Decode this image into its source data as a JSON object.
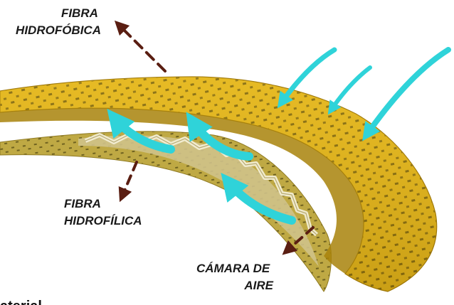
{
  "labels": {
    "hydrophobic_fiber": [
      "FIBRA",
      "HIDROFÓBICA"
    ],
    "hydrophilic_fiber": [
      "FIBRA",
      "HIDROFÍLICA"
    ],
    "air_chamber": [
      "CÁMARA DE",
      "AIRE"
    ],
    "bottom_cut_text": "aterial"
  },
  "colors": {
    "fabric_yellow": "#E6B91E",
    "fabric_dark": "#A77F06",
    "dot": "#6E5A10",
    "lower_layer": "#B8A34A",
    "mesh": "#E8E0B8",
    "air_arrow": "#2FD3D9",
    "pointer_arrow": "#5A1E12",
    "text": "#1a1a1a"
  },
  "icons": {
    "air_flow": "cyan-curved-arrow-icon",
    "pointer": "brown-dashed-arrow-icon"
  }
}
